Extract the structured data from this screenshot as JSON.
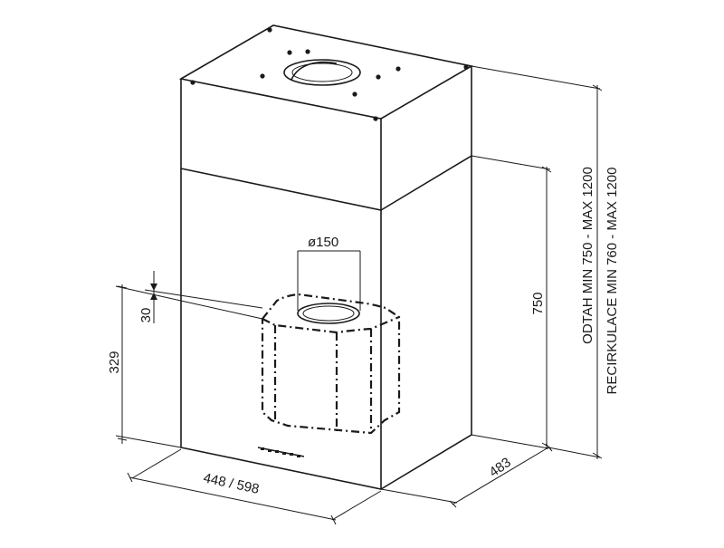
{
  "diagram": {
    "labels": {
      "height_duct": "ODTAH MIN 750 - MAX 1200",
      "height_recirc": "RECIRKULACE MIN 760 - MAX 1200",
      "body_height": "750",
      "depth": "483",
      "width": "448 / 598",
      "outlet_diameter": "ø150",
      "outlet_height": "329",
      "outlet_offset": "30"
    }
  }
}
